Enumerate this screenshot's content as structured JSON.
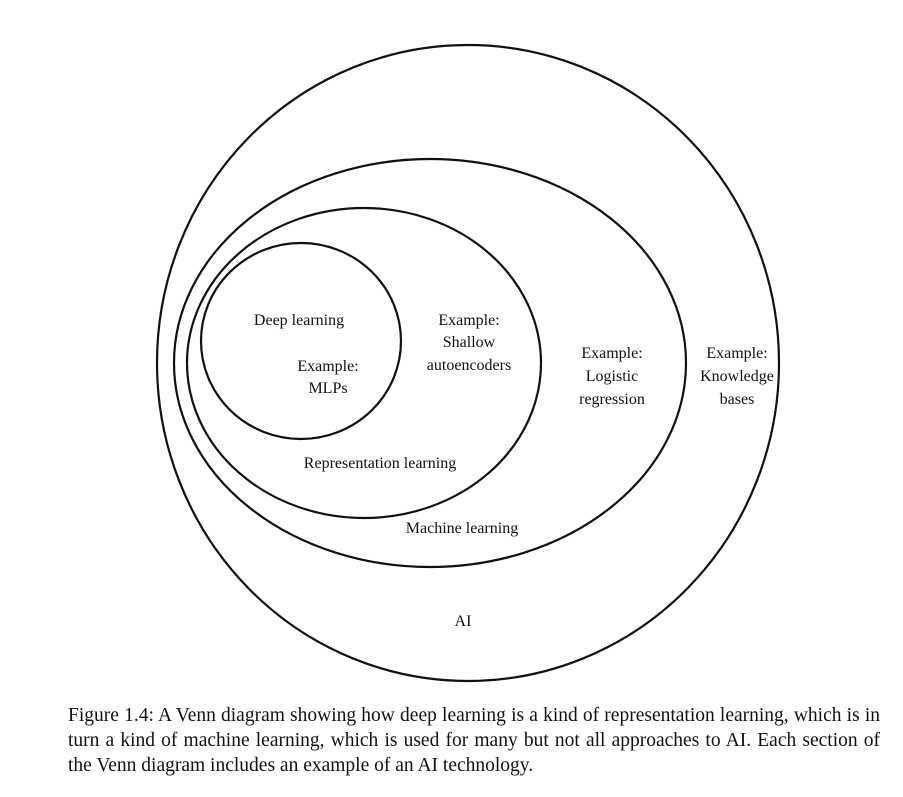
{
  "diagram": {
    "sets": [
      {
        "id": "ai",
        "label": "AI",
        "example": [
          "Example:",
          "Knowledge",
          "bases"
        ]
      },
      {
        "id": "machine-learning",
        "label": "Machine learning",
        "example": [
          "Example:",
          "Logistic",
          "regression"
        ]
      },
      {
        "id": "representation-learning",
        "label": "Representation learning",
        "example": [
          "Example:",
          "Shallow",
          "autoencoders"
        ]
      },
      {
        "id": "deep-learning",
        "label": "Deep learning",
        "example": [
          "Example:",
          "MLPs"
        ]
      }
    ]
  },
  "caption": {
    "text": "Figure 1.4: A Venn diagram showing how deep learning is a kind of representation learning, which is in turn a kind of machine learning, which is used for many but not all approaches to AI. Each section of the Venn diagram includes an example of an AI technology."
  }
}
